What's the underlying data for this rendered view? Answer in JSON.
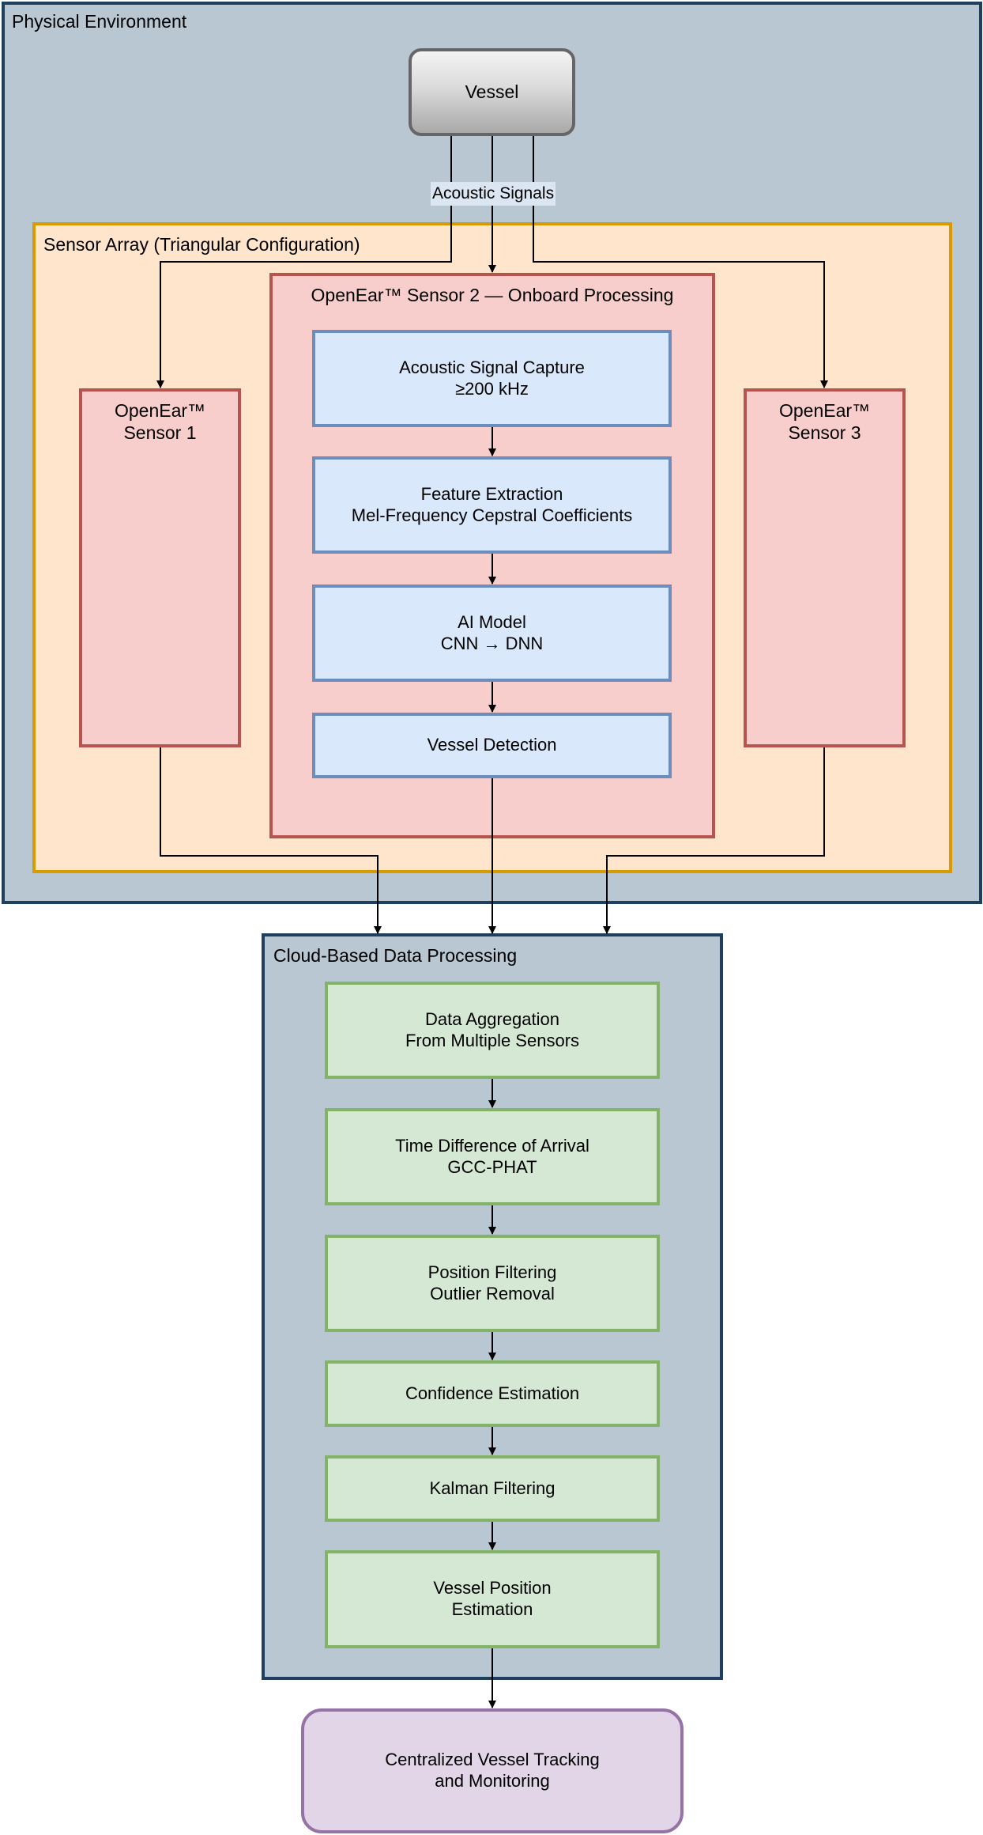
{
  "physical_environment": {
    "title": "Physical Environment"
  },
  "vessel": {
    "label": "Vessel"
  },
  "acoustic_signals": {
    "label": "Acoustic Signals"
  },
  "sensor_array": {
    "title": "Sensor Array (Triangular Configuration)",
    "sensor1": "OpenEar™\nSensor 1",
    "sensor3": "OpenEar™\nSensor 3",
    "sensor2": {
      "title": "OpenEar™ Sensor 2 — Onboard Processing",
      "steps": [
        "Acoustic Signal Capture\n≥200 kHz",
        "Feature Extraction\nMel-Frequency Cepstral Coefficients",
        "AI Model\nCNN → DNN",
        "Vessel Detection"
      ]
    }
  },
  "cloud": {
    "title": "Cloud-Based Data Processing",
    "steps": [
      "Data Aggregation\nFrom Multiple Sensors",
      "Time Difference of Arrival\nGCC-PHAT",
      "Position Filtering\nOutlier Removal",
      "Confidence Estimation",
      "Kalman Filtering",
      "Vessel Position\nEstimation"
    ]
  },
  "output": {
    "label": "Centralized Vessel Tracking\nand Monitoring"
  },
  "colors": {
    "physical_fill": "#b9c7d3",
    "physical_stroke": "#1f3f5e",
    "sensor_array_fill": "#ffe5cc",
    "sensor_array_stroke": "#d79b00",
    "sensor_fill": "#f8cecc",
    "sensor_stroke": "#b85450",
    "onboard_step_fill": "#dae8fc",
    "onboard_step_stroke": "#6c8ebf",
    "cloud_step_fill": "#d5e8d4",
    "cloud_step_stroke": "#82b366",
    "output_fill": "#e1d5e7",
    "output_stroke": "#9673a6",
    "vessel_stroke": "#666666"
  }
}
